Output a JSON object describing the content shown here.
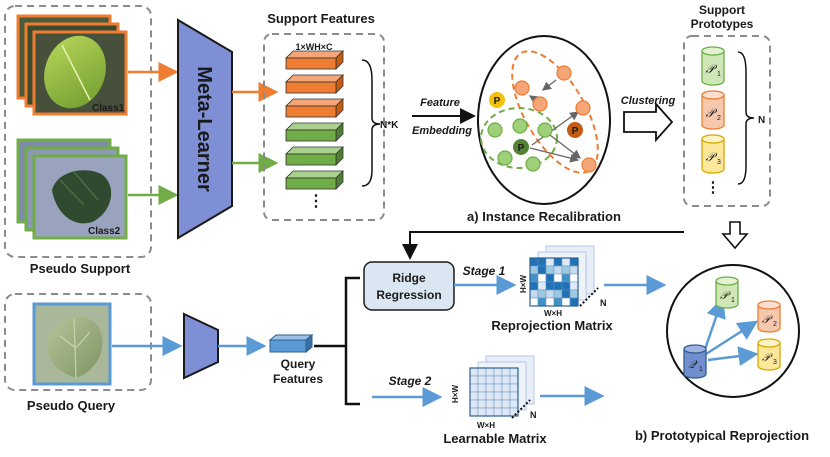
{
  "labels": {
    "support_features": "Support Features",
    "support_prototypes_line1": "Support",
    "support_prototypes_line2": "Prototypes",
    "feature_dim": "1×WH×C",
    "nk": "N*K",
    "n": "N",
    "ellipsis": "⋮",
    "meta_learner": "Meta-Learner",
    "class1": "Class1",
    "class2": "Class2",
    "pseudo_support": "Pseudo Support",
    "pseudo_query": "Pseudo Query",
    "feature_embedding_line1": "Feature",
    "feature_embedding_line2": "Embedding",
    "clustering": "Clustering",
    "instance_recalibration": "a) Instance Recalibration",
    "prototypical_reprojection": "b) Prototypical Reprojection",
    "ridge_line1": "Ridge",
    "ridge_line2": "Regression",
    "stage1": "Stage 1",
    "stage2": "Stage 2",
    "wxh": "W×H",
    "hxw": "H×W",
    "reprojection_matrix": "Reprojection Matrix",
    "learnable_matrix": "Learnable Matrix",
    "query_features_line1": "Query",
    "query_features_line2": "Features",
    "p_token": "P",
    "proto1": "𝒫",
    "proto1_sub": "1",
    "proto2_sub": "2",
    "proto3_sub": "3",
    "query_token": "𝒬",
    "query_sub": "1"
  },
  "colors": {
    "orange": "#ee7d31",
    "green": "#70ad47",
    "blue_arrow": "#5b9bd5",
    "meta_learner": "#7f8fd6",
    "proto_green": "#cfe7b6",
    "proto_orange": "#f6c8ae",
    "proto_yellow": "#fde79b",
    "query_blue": "#6f8fce",
    "ridge_box": "#dbe6f3",
    "dashed_gray": "#8c8c8c",
    "p_yellow": "#f4c20d",
    "p_orange": "#c55a11",
    "p_green": "#548235"
  }
}
